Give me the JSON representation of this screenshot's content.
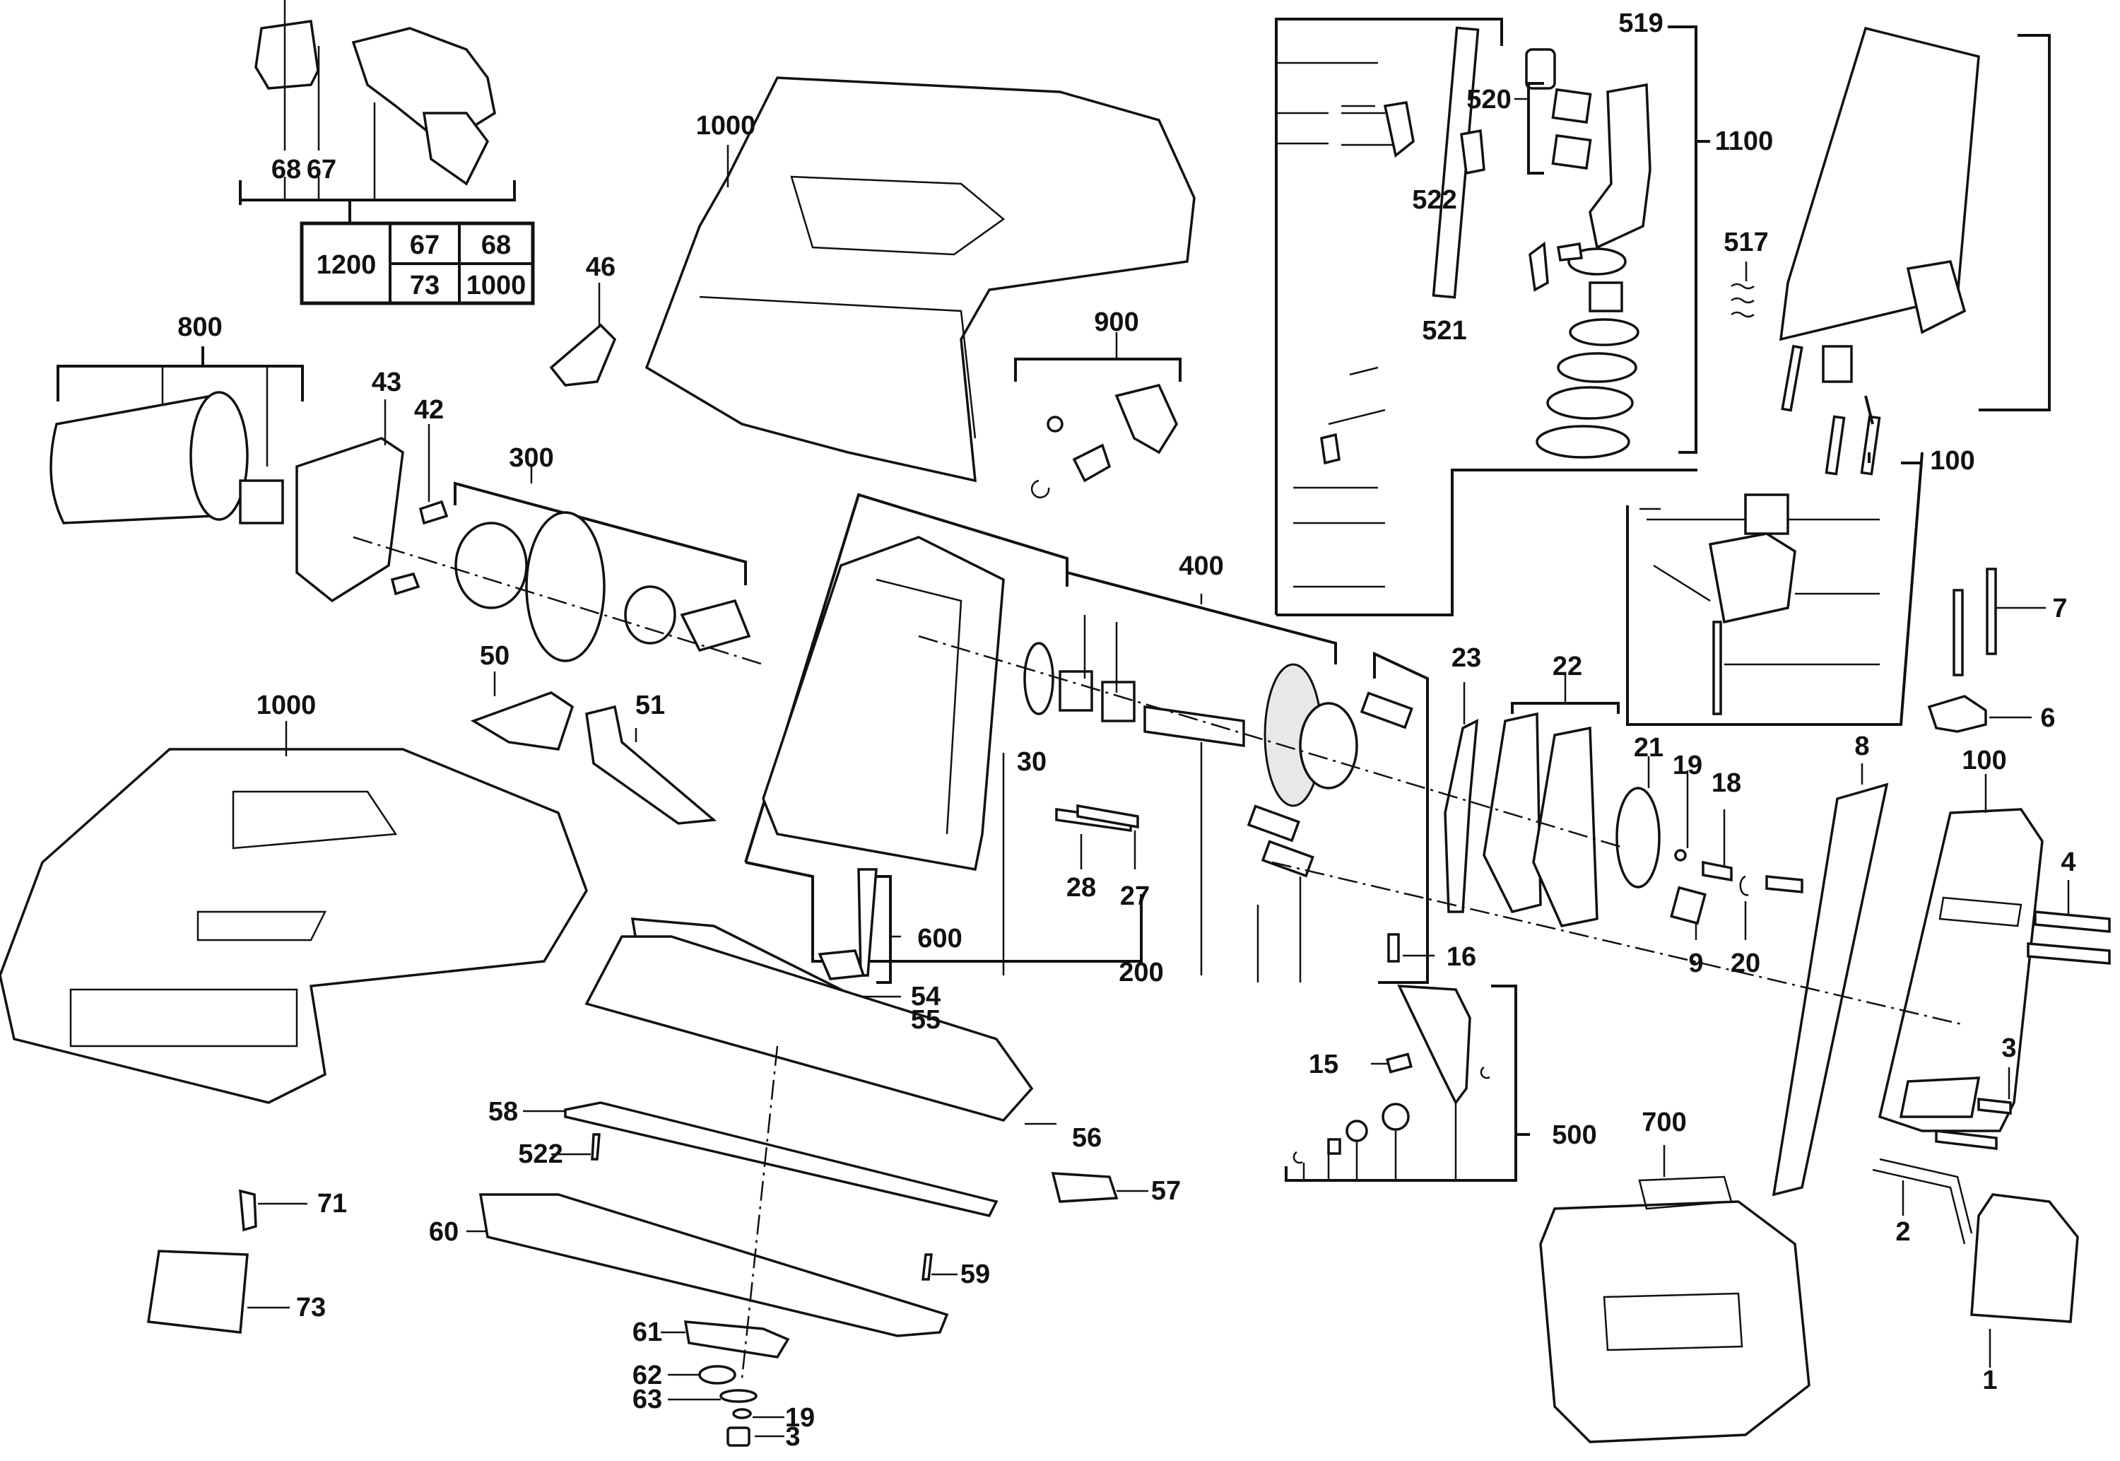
{
  "diagram": {
    "type": "exploded-parts-diagram",
    "kit_table": {
      "kit": "1200",
      "contents": [
        "67",
        "68",
        "73",
        "1000"
      ]
    },
    "labels": [
      {
        "id": "68a",
        "text": "68"
      },
      {
        "id": "67a",
        "text": "67"
      },
      {
        "id": "1000a",
        "text": "1000"
      },
      {
        "id": "46",
        "text": "46"
      },
      {
        "id": "800",
        "text": "800"
      },
      {
        "id": "43",
        "text": "43"
      },
      {
        "id": "42",
        "text": "42"
      },
      {
        "id": "300",
        "text": "300"
      },
      {
        "id": "900",
        "text": "900"
      },
      {
        "id": "519",
        "text": "519"
      },
      {
        "id": "520",
        "text": "520"
      },
      {
        "id": "1100",
        "text": "1100"
      },
      {
        "id": "522a",
        "text": "522"
      },
      {
        "id": "521",
        "text": "521"
      },
      {
        "id": "517",
        "text": "517"
      },
      {
        "id": "100a",
        "text": "100"
      },
      {
        "id": "7",
        "text": "7"
      },
      {
        "id": "6",
        "text": "6"
      },
      {
        "id": "400",
        "text": "400"
      },
      {
        "id": "23",
        "text": "23"
      },
      {
        "id": "22",
        "text": "22"
      },
      {
        "id": "50",
        "text": "50"
      },
      {
        "id": "51",
        "text": "51"
      },
      {
        "id": "1000b",
        "text": "1000"
      },
      {
        "id": "30",
        "text": "30"
      },
      {
        "id": "21",
        "text": "21"
      },
      {
        "id": "19a",
        "text": "19"
      },
      {
        "id": "18",
        "text": "18"
      },
      {
        "id": "8",
        "text": "8"
      },
      {
        "id": "100b",
        "text": "100"
      },
      {
        "id": "4",
        "text": "4"
      },
      {
        "id": "28",
        "text": "28"
      },
      {
        "id": "27",
        "text": "27"
      },
      {
        "id": "9",
        "text": "9"
      },
      {
        "id": "20",
        "text": "20"
      },
      {
        "id": "600",
        "text": "600"
      },
      {
        "id": "200",
        "text": "200"
      },
      {
        "id": "16",
        "text": "16"
      },
      {
        "id": "54",
        "text": "54"
      },
      {
        "id": "55",
        "text": "55"
      },
      {
        "id": "15",
        "text": "15"
      },
      {
        "id": "3a",
        "text": "3"
      },
      {
        "id": "58",
        "text": "58"
      },
      {
        "id": "56",
        "text": "56"
      },
      {
        "id": "500",
        "text": "500"
      },
      {
        "id": "700",
        "text": "700"
      },
      {
        "id": "522b",
        "text": "522"
      },
      {
        "id": "57",
        "text": "57"
      },
      {
        "id": "71",
        "text": "71"
      },
      {
        "id": "60",
        "text": "60"
      },
      {
        "id": "2",
        "text": "2"
      },
      {
        "id": "59",
        "text": "59"
      },
      {
        "id": "73",
        "text": "73"
      },
      {
        "id": "61",
        "text": "61"
      },
      {
        "id": "1",
        "text": "1"
      },
      {
        "id": "62",
        "text": "62"
      },
      {
        "id": "63",
        "text": "63"
      },
      {
        "id": "19b",
        "text": "19"
      },
      {
        "id": "3b",
        "text": "3"
      }
    ]
  }
}
